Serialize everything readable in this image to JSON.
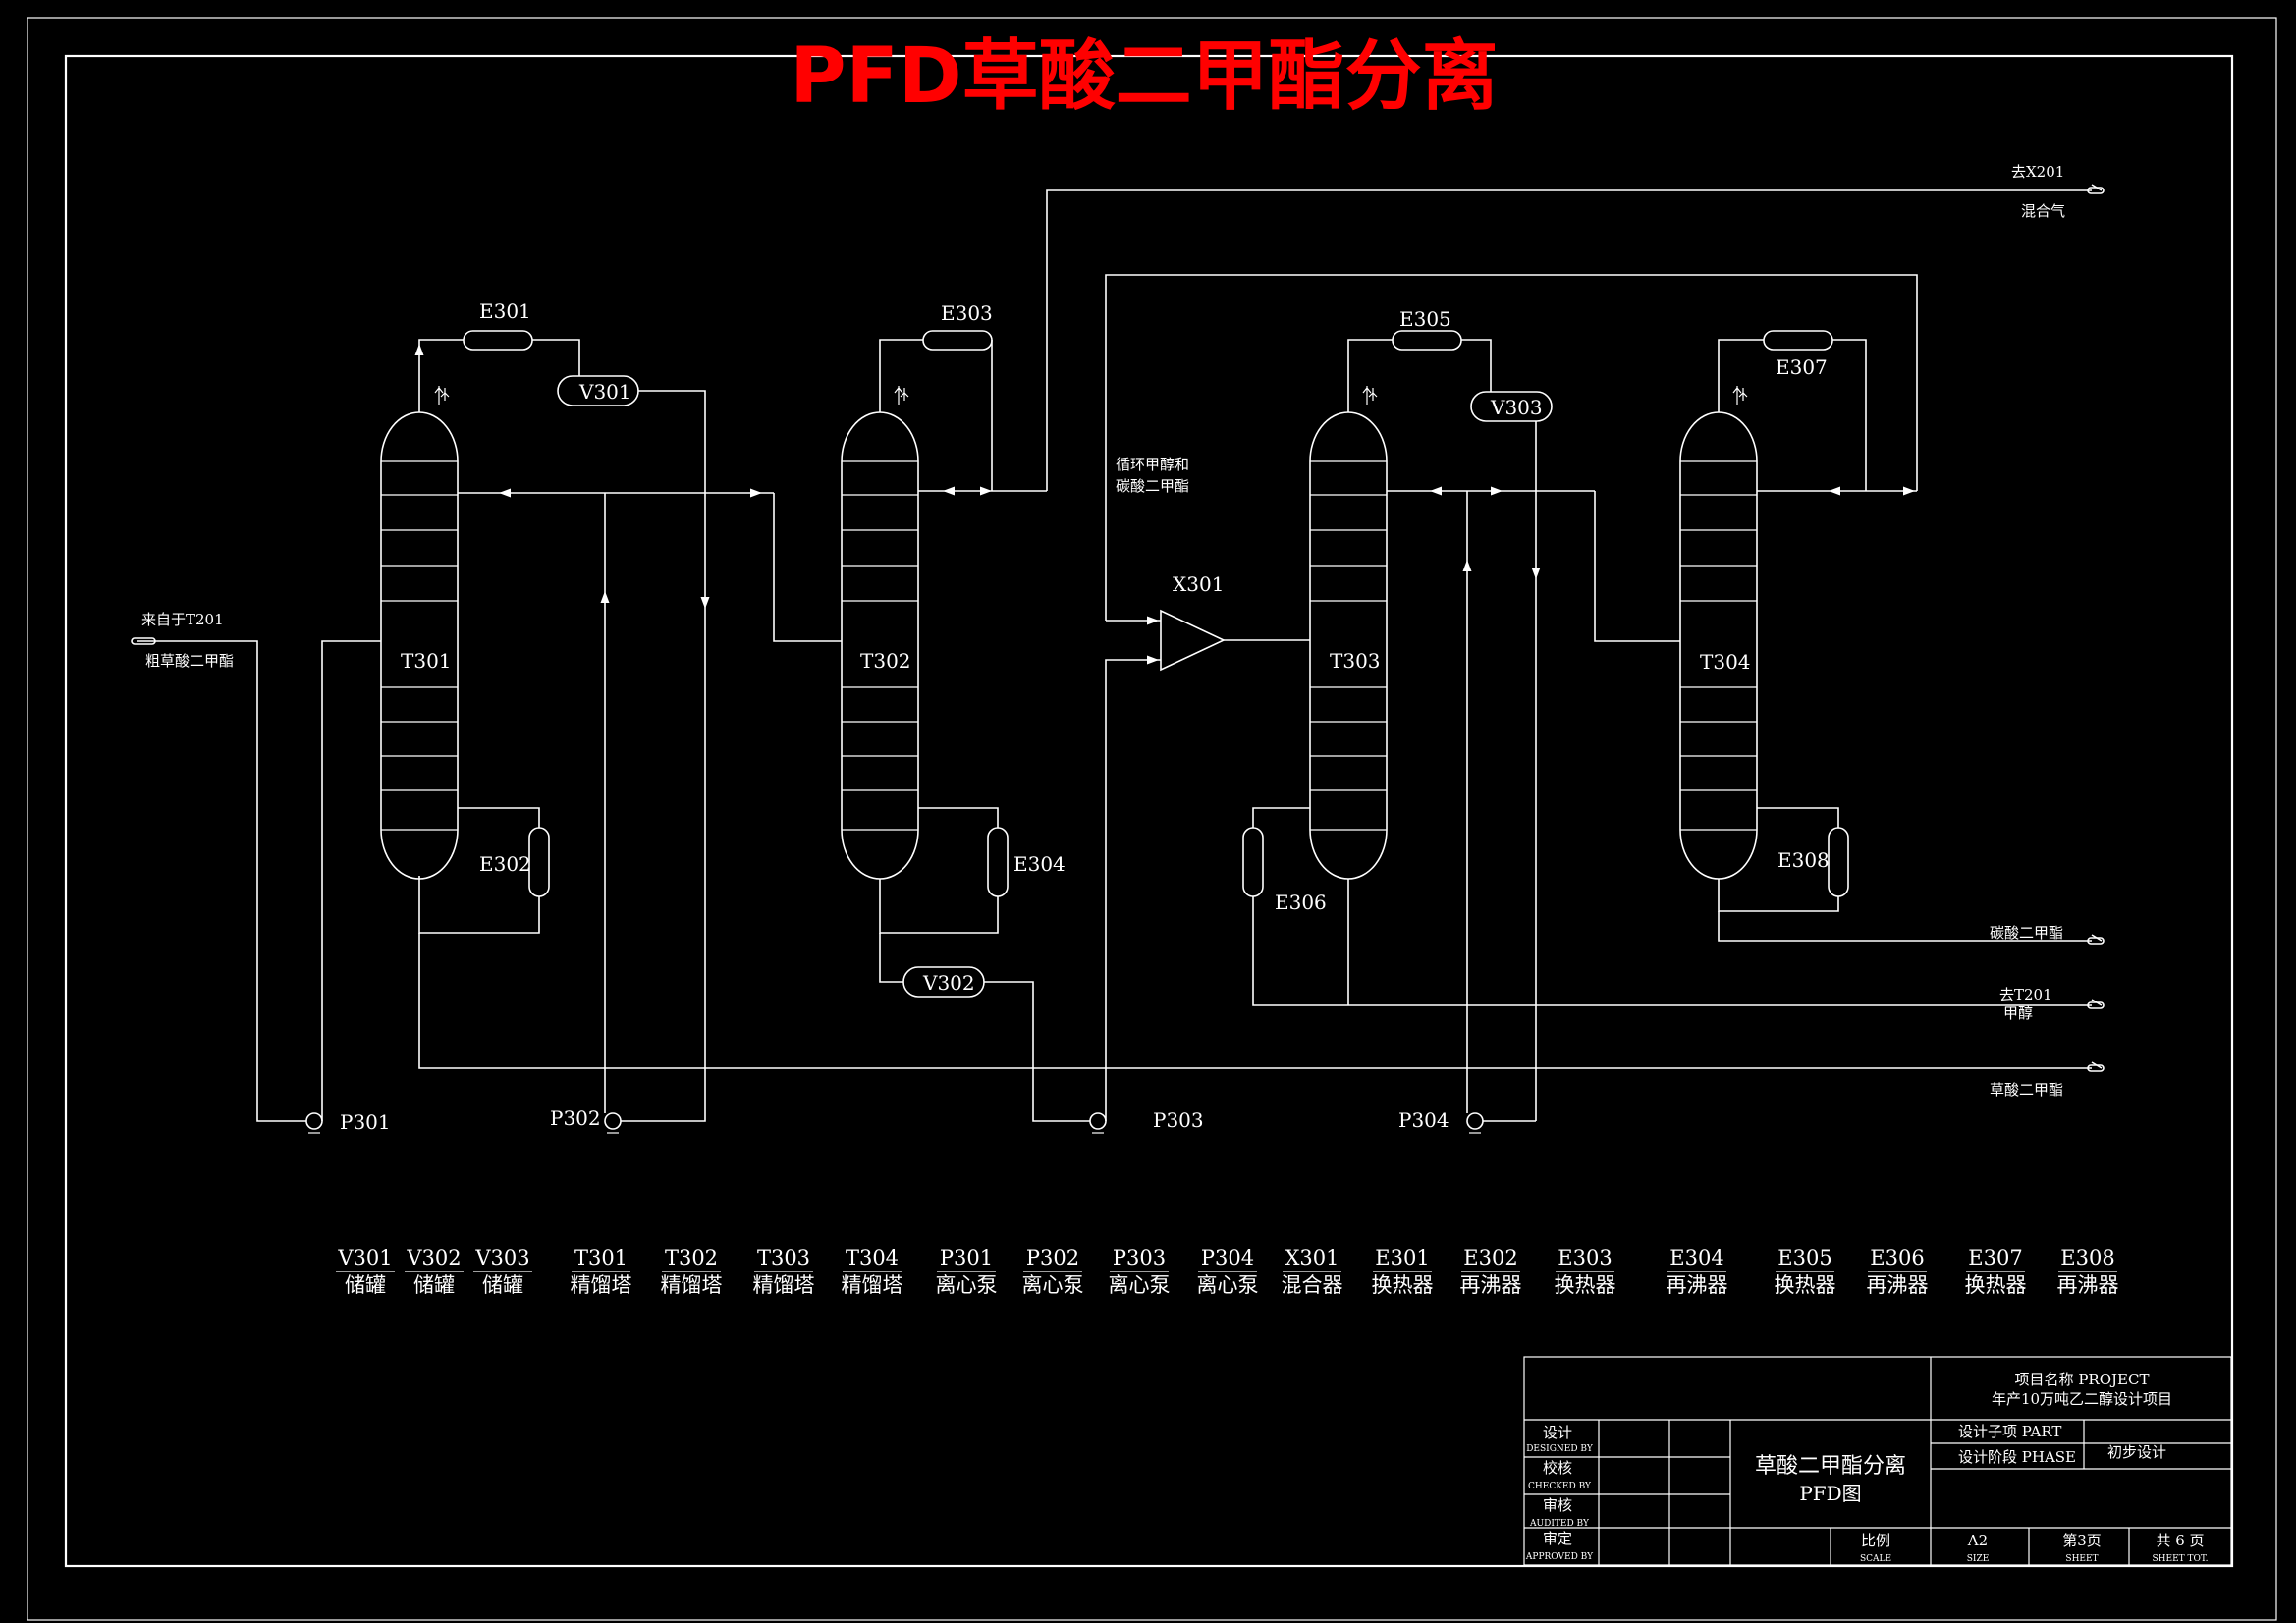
{
  "title": "PFD草酸二甲酯分离",
  "units": {
    "T301": "T301",
    "T302": "T302",
    "T303": "T303",
    "T304": "T304",
    "E301": "E301",
    "E302": "E302",
    "E303": "E303",
    "E304": "E304",
    "E305": "E305",
    "E306": "E306",
    "E307": "E307",
    "E308": "E308",
    "V301": "V301",
    "V302": "V302",
    "V303": "V303",
    "X301": "X301",
    "P301": "P301",
    "P302": "P302",
    "P303": "P303",
    "P304": "P304"
  },
  "streams": {
    "feed_from": "来自于T201",
    "feed_name": "粗草酸二甲酯",
    "recycle_line1": "循环甲醇和",
    "recycle_line2": "碳酸二甲酯",
    "to_x201": "去X201",
    "mixed_gas": "混合气",
    "dmc_product": "碳酸二甲酯",
    "to_t201": "去T201",
    "methanol": "甲醇",
    "dmo_product": "草酸二甲酯"
  },
  "legend": [
    {
      "code": "V301",
      "name": "储罐"
    },
    {
      "code": "V302",
      "name": "储罐"
    },
    {
      "code": "V303",
      "name": "储罐"
    },
    {
      "code": "T301",
      "name": "精馏塔"
    },
    {
      "code": "T302",
      "name": "精馏塔"
    },
    {
      "code": "T303",
      "name": "精馏塔"
    },
    {
      "code": "T304",
      "name": "精馏塔"
    },
    {
      "code": "P301",
      "name": "离心泵"
    },
    {
      "code": "P302",
      "name": "离心泵"
    },
    {
      "code": "P303",
      "name": "离心泵"
    },
    {
      "code": "P304",
      "name": "离心泵"
    },
    {
      "code": "X301",
      "name": "混合器"
    },
    {
      "code": "E301",
      "name": "换热器"
    },
    {
      "code": "E302",
      "name": "再沸器"
    },
    {
      "code": "E303",
      "name": "换热器"
    },
    {
      "code": "E304",
      "name": "再沸器"
    },
    {
      "code": "E305",
      "name": "换热器"
    },
    {
      "code": "E306",
      "name": "再沸器"
    },
    {
      "code": "E307",
      "name": "换热器"
    },
    {
      "code": "E308",
      "name": "再沸器"
    }
  ],
  "title_block": {
    "project_label": "项目名称 PROJECT",
    "project_name": "年产10万吨乙二醇设计项目",
    "designed": "设计",
    "designed_en": "DESIGNED BY",
    "checked": "校核",
    "checked_en": "CHECKED BY",
    "audited": "审核",
    "audited_en": "AUDITED BY",
    "approved": "审定",
    "approved_en": "APPROVED BY",
    "drawing_title": "草酸二甲酯分离",
    "drawing_sub": "PFD图",
    "part_label": "设计子项 PART",
    "phase_label": "设计阶段 PHASE",
    "phase_value": "初步设计",
    "scale_label": "比例",
    "scale_en": "SCALE",
    "size_value": "A2",
    "size_en": "SIZE",
    "sheet_value": "第3页",
    "sheet_en": "SHEET",
    "total_value": "共 6 页",
    "total_en": "SHEET TOT."
  }
}
